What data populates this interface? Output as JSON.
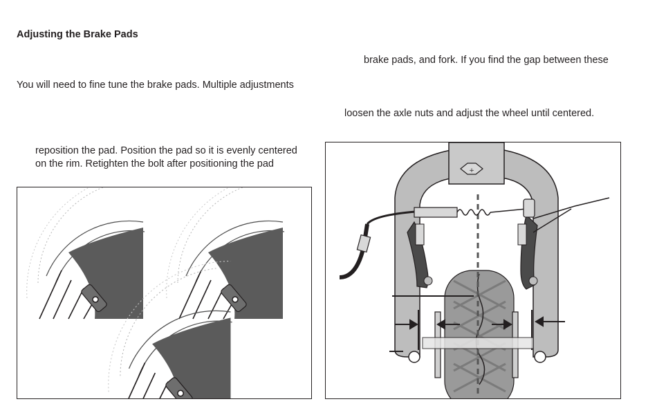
{
  "page": {
    "title": "Adjusting the Brake Pads",
    "left_line1": "You will need to fine tune the brake pads. Multiple adjustments",
    "left_para": [
      "reposition the pad. Position the pad so it is evenly centered",
      "on the rim. Retighten the bolt after positioning the pad"
    ],
    "right_line1": "brake pads, and fork. If you find the gap between these",
    "right_line2": "loosen the axle nuts and adjust the wheel until centered."
  },
  "figures": {
    "left": {
      "icons": [
        "brake-pad-position-1",
        "brake-pad-position-2",
        "brake-pad-position-3"
      ]
    },
    "right": {
      "icons": [
        "fork-front-view",
        "brake-cable",
        "tire-centerline",
        "gap-arrows"
      ]
    }
  },
  "colors": {
    "text": "#231f20",
    "rim_dark": "#5b5b5b",
    "fork_gray": "#bdbdbd",
    "tire_gray": "#9a9a9a"
  }
}
